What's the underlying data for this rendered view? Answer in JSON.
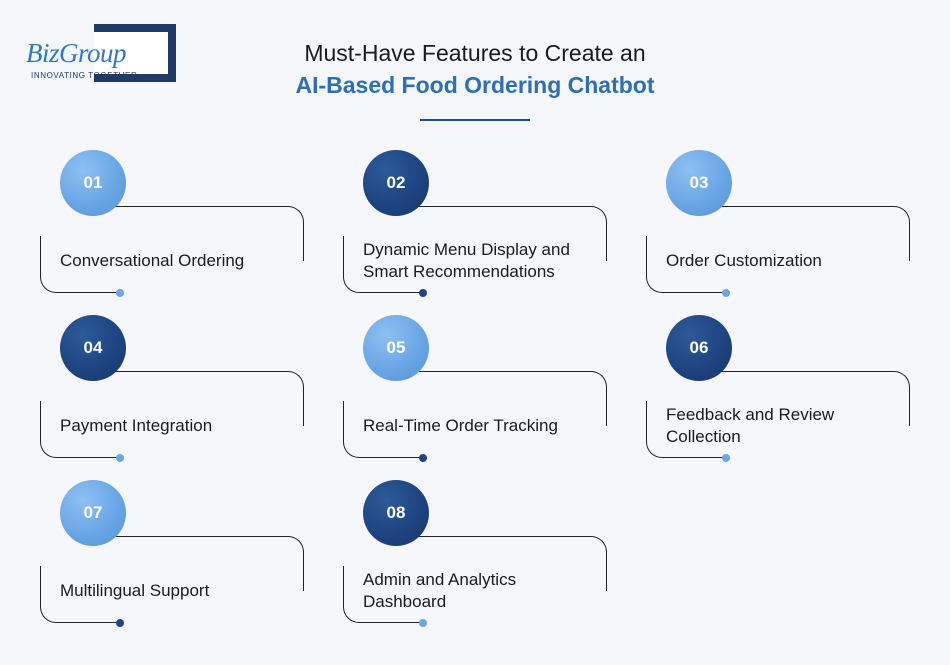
{
  "logo": {
    "name": "BizGroup",
    "tagline": "INNOVATING TOGETHER"
  },
  "title": {
    "line1": "Must-Have Features to Create an",
    "line2": "AI-Based Food Ordering Chatbot"
  },
  "colors": {
    "light_blue": "#6aa6e6",
    "dark_blue": "#1e4481",
    "title_accent": "#2c6fb5"
  },
  "features": [
    {
      "number": "01",
      "label": "Conversational Ordering",
      "tone": "light"
    },
    {
      "number": "02",
      "label": "Dynamic Menu Display and Smart Recommendations",
      "tone": "dark"
    },
    {
      "number": "03",
      "label": "Order Customization",
      "tone": "light"
    },
    {
      "number": "04",
      "label": "Payment Integration",
      "tone": "dark"
    },
    {
      "number": "05",
      "label": "Real-Time Order Tracking",
      "tone": "light"
    },
    {
      "number": "06",
      "label": "Feedback and Review Collection",
      "tone": "dark"
    },
    {
      "number": "07",
      "label": "Multilingual Support",
      "tone": "light"
    },
    {
      "number": "08",
      "label": "Admin and Analytics Dashboard",
      "tone": "dark"
    }
  ]
}
